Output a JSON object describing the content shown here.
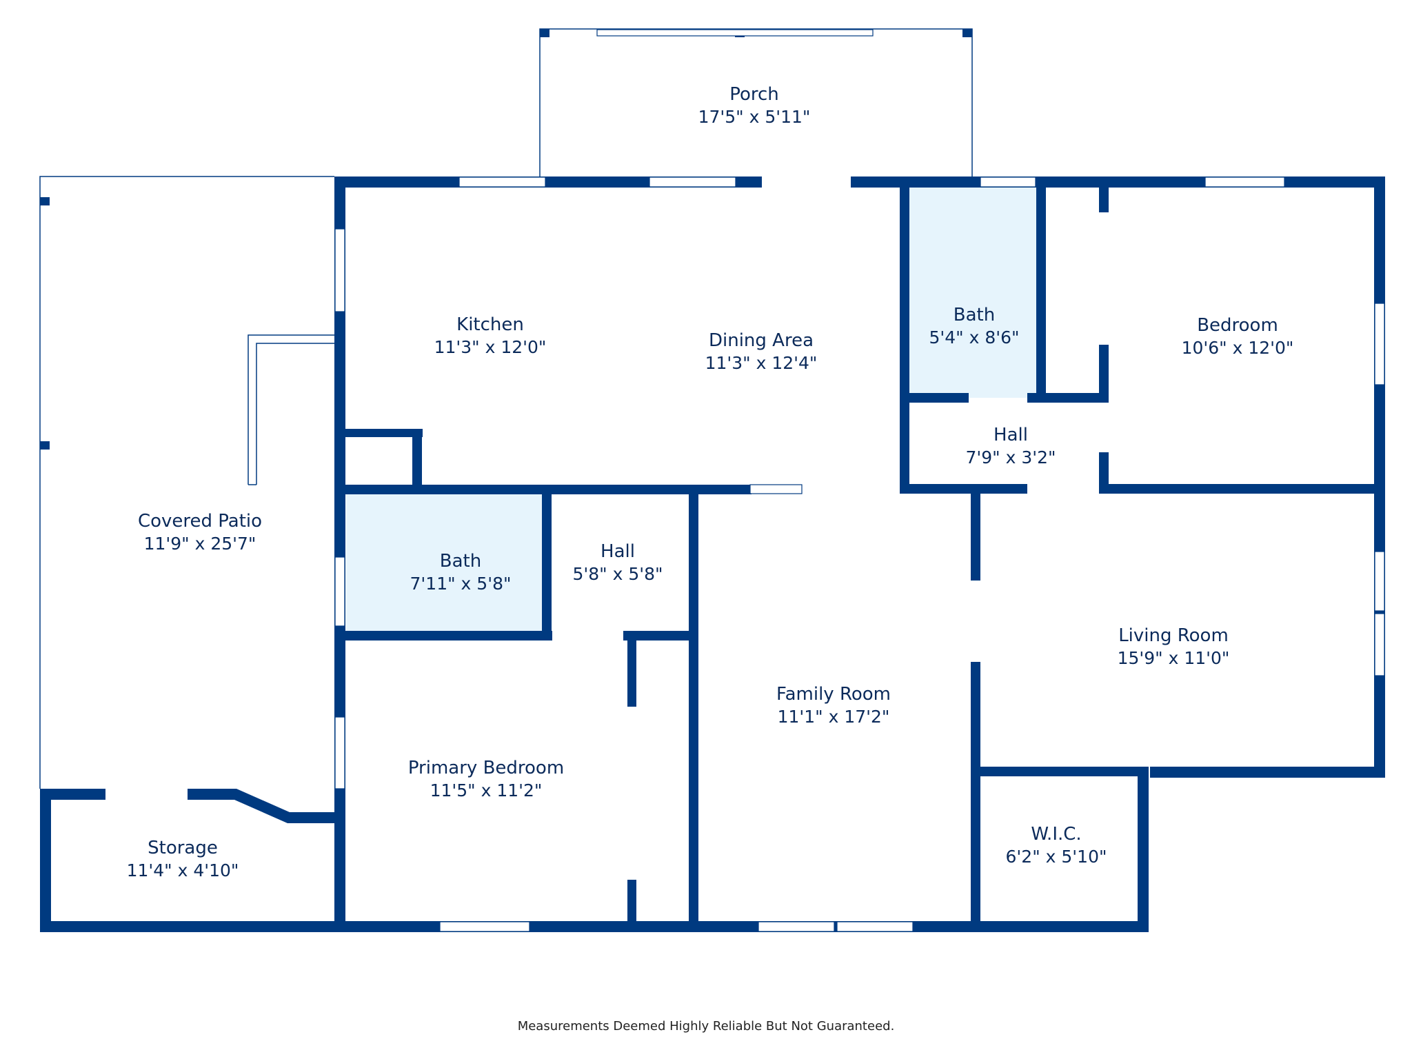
{
  "colors": {
    "wall": "#003a80",
    "bath_fill": "#e6f4fc",
    "window": "#ffffff",
    "thin_line": "#003a80"
  },
  "rooms": [
    {
      "id": "porch",
      "name": "Porch",
      "dims": "17'5\" x 5'11\""
    },
    {
      "id": "kitchen",
      "name": "Kitchen",
      "dims": "11'3\" x 12'0\""
    },
    {
      "id": "dining",
      "name": "Dining Area",
      "dims": "11'3\" x 12'4\""
    },
    {
      "id": "bath1",
      "name": "Bath",
      "dims": "5'4\" x 8'6\""
    },
    {
      "id": "bedroom",
      "name": "Bedroom",
      "dims": "10'6\" x 12'0\""
    },
    {
      "id": "hall1",
      "name": "Hall",
      "dims": "7'9\" x 3'2\""
    },
    {
      "id": "patio",
      "name": "Covered Patio",
      "dims": "11'9\" x 25'7\""
    },
    {
      "id": "bath2",
      "name": "Bath",
      "dims": "7'11\" x 5'8\""
    },
    {
      "id": "hall2",
      "name": "Hall",
      "dims": "5'8\" x 5'8\""
    },
    {
      "id": "living",
      "name": "Living Room",
      "dims": "15'9\" x 11'0\""
    },
    {
      "id": "family",
      "name": "Family Room",
      "dims": "11'1\" x 17'2\""
    },
    {
      "id": "primary",
      "name": "Primary Bedroom",
      "dims": "11'5\" x 11'2\""
    },
    {
      "id": "storage",
      "name": "Storage",
      "dims": "11'4\" x 4'10\""
    },
    {
      "id": "wic",
      "name": "W.I.C.",
      "dims": "6'2\" x 5'10\""
    }
  ],
  "disclaimer": "Measurements Deemed Highly Reliable But Not Guaranteed."
}
